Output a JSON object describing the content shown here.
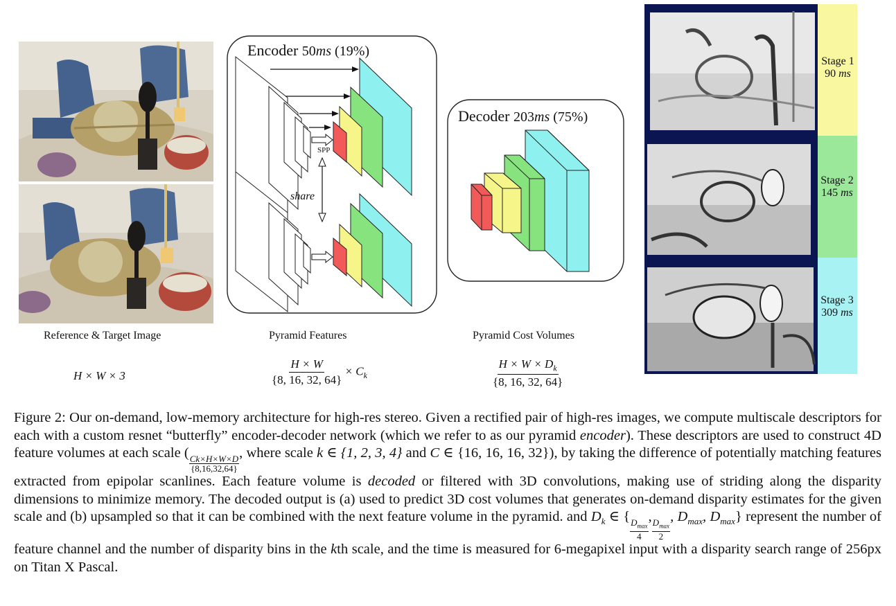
{
  "figure": {
    "columns": {
      "reference_label": "Reference & Target Image",
      "features_label": "Pyramid Features",
      "cost_label": "Pyramid Cost Volumes"
    },
    "encoder": {
      "title": "Encoder",
      "time": "50",
      "unit": "ms",
      "pct": "(19%)",
      "spp": "SPP",
      "share": "share"
    },
    "decoder": {
      "title": "Decoder",
      "time": "203",
      "unit": "ms",
      "pct": "(75%)"
    },
    "formulas": {
      "image": "H × W × 3",
      "features_num": "H × W",
      "features_den": "{8, 16, 32, 64}",
      "features_tail": "× C",
      "features_sub": "k",
      "cost_num": "H × W × D",
      "cost_sub": "k",
      "cost_den": "{8, 16, 32, 64}"
    },
    "stages": [
      {
        "name": "Stage 1",
        "time": "90",
        "unit": "ms",
        "color": "#f9f7a0"
      },
      {
        "name": "Stage 2",
        "time": "145",
        "unit": "ms",
        "color": "#9be89b"
      },
      {
        "name": "Stage 3",
        "time": "309",
        "unit": "ms",
        "color": "#a8f2f4"
      }
    ],
    "colors": {
      "red": "#f25a5a",
      "yellow": "#f6f58a",
      "green": "#86e37e",
      "cyan": "#8ef0ef",
      "disparity_bg": "#0b1552"
    }
  },
  "caption": {
    "p1": "Figure 2: Our on-demand, low-memory architecture for high-res stereo. Given a rectified pair of high-res images, we compute multiscale descriptors for each with a custom resnet “butterfly” encoder-decoder network (which we refer to as our pyramid ",
    "p1_em": "encoder",
    "p2": "). These descriptors are used to construct 4D feature volumes at each scale (",
    "frac1_num": "C",
    "frac1_num_rest": "k×H×W×D",
    "frac1_den": "{8,16,32,64}",
    "p3": ", where scale ",
    "k_set": "k ∈ {1, 2, 3, 4}",
    "p4": " and ",
    "ck_set": "C",
    "ck_set_rest": " ∈ {16, 16, 16, 32}",
    "p5": "), by taking the difference of potentially matching features extracted from epipolar scanlines. Each feature volume is ",
    "p5_em": "decoded",
    "p6": " or filtered with 3D convolutions, making use of striding along the disparity dimensions to minimize memory. The decoded output is (a) used to predict 3D cost volumes that generates on-demand disparity estimates for the given scale and (b) upsampled so that it can be combined with the next feature volume in the pyramid. and ",
    "dk": "D",
    "dk_sub": "k",
    "dk_in": " ∈ {",
    "d4_num": "D",
    "d4_num_sub": "max",
    "d4_den": "4",
    "d2_num": "D",
    "d2_num_sub": "max",
    "d2_den": "2",
    "dmax_list": ", D",
    "dmax_sub": "max",
    "dmax_list2": ", D",
    "dmax_sub2": "max",
    "dk_close": "}",
    "p7": " represent the number of feature channel and the number of disparity bins in the ",
    "kth": "k",
    "p8": "th scale, and the time is measured for 6-megapixel input with a disparity search range of 256px on Titan X Pascal."
  }
}
